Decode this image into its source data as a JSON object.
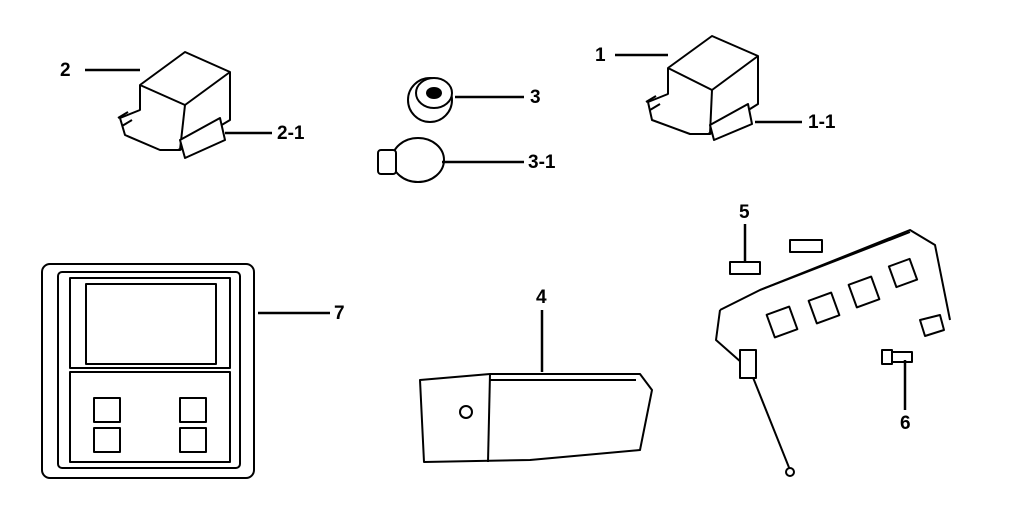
{
  "diagram": {
    "callouts": [
      {
        "id": "2",
        "part": "relay-2"
      },
      {
        "id": "2-1",
        "part": "relay-2-connector"
      },
      {
        "id": "3",
        "part": "grommet"
      },
      {
        "id": "3-1",
        "part": "grommet-cap"
      },
      {
        "id": "1",
        "part": "relay-1"
      },
      {
        "id": "1-1",
        "part": "relay-1-connector"
      },
      {
        "id": "5",
        "part": "bracket"
      },
      {
        "id": "6",
        "part": "bolt"
      },
      {
        "id": "7",
        "part": "control-box"
      },
      {
        "id": "4",
        "part": "cover"
      }
    ]
  }
}
